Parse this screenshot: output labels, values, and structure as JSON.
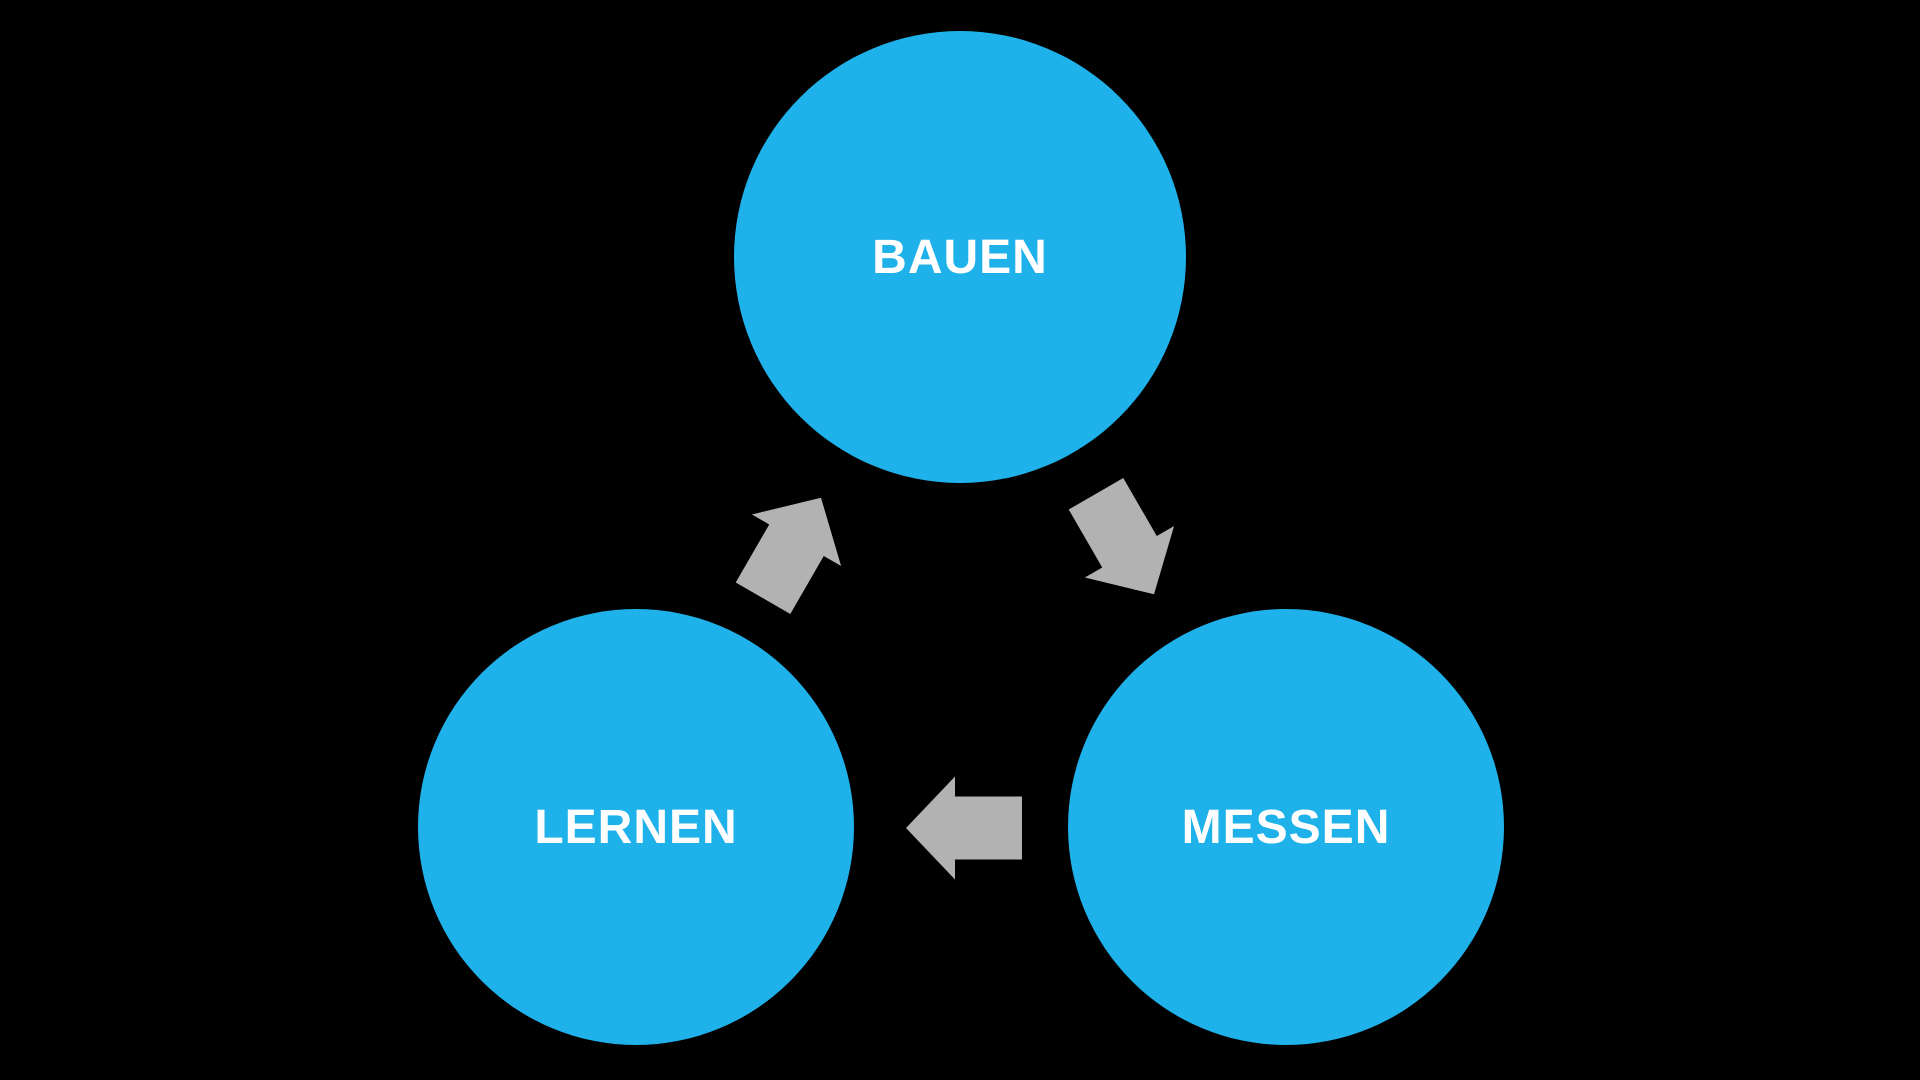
{
  "theme": {
    "background": "#000000",
    "circle_fill": "#1EB1EA",
    "arrow_fill": "#B2B2B2",
    "label_color": "#FFFFFF"
  },
  "diagram": {
    "type": "cycle",
    "nodes": [
      {
        "id": "bauen",
        "label": "BAUEN",
        "position": "top"
      },
      {
        "id": "lernen",
        "label": "LERNEN",
        "position": "bottom-left"
      },
      {
        "id": "messen",
        "label": "MESSEN",
        "position": "bottom-right"
      }
    ],
    "arrows": [
      {
        "id": "lernen-to-bauen",
        "direction": "up-right",
        "rotation_deg": 30
      },
      {
        "id": "bauen-to-messen",
        "direction": "down-right",
        "rotation_deg": 150
      },
      {
        "id": "messen-to-lernen",
        "direction": "left",
        "rotation_deg": 270
      }
    ]
  }
}
